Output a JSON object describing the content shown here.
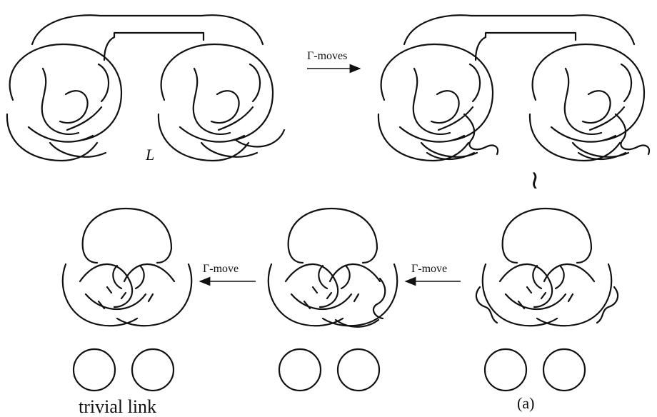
{
  "figure": {
    "link_label": "L",
    "top_arrow_label": "Γ-moves",
    "bottom_arrow_label_1": "Γ-move",
    "bottom_arrow_label_2": "Γ-move",
    "equivalence_symbol": "≀",
    "result_label": "trivial link",
    "panel_tag": "(a)"
  }
}
